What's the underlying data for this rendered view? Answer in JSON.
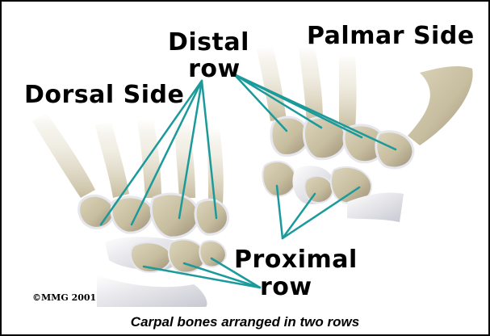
{
  "labels": {
    "dorsal_side": "Dorsal Side",
    "distal_row_line1": "Distal",
    "distal_row_line2": "row",
    "palmar_side": "Palmar Side",
    "proximal_row_line1": "Proximal",
    "proximal_row_line2": "row"
  },
  "copyright": "©MMG 2001",
  "caption": "Carpal bones arranged in two rows",
  "colors": {
    "leader_lines": "#1a9a9a",
    "bone": "#c9c0a4",
    "cartilage": "#e8e8ee",
    "border": "#000000"
  }
}
